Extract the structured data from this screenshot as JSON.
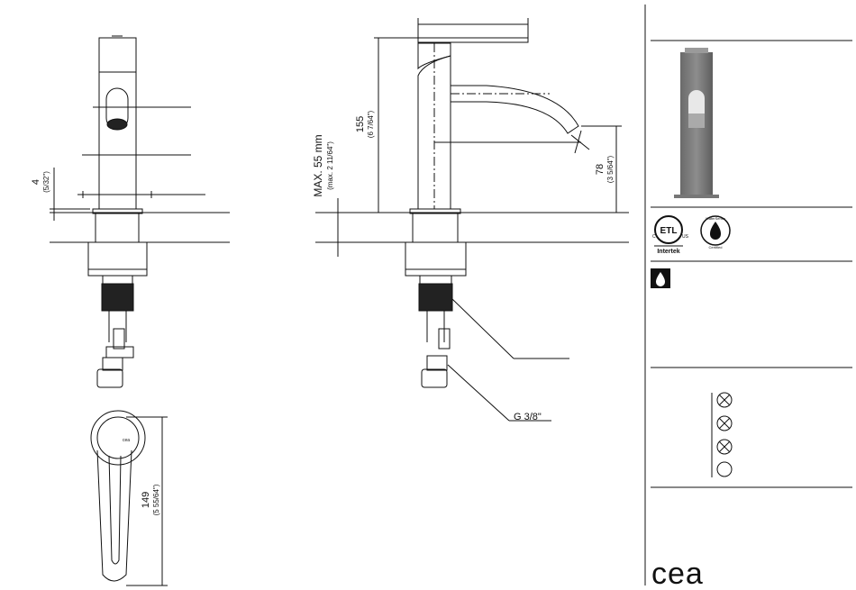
{
  "dimensions": {
    "left_view": {
      "height_value": "4",
      "height_inch": "(5/32\")"
    },
    "side_view": {
      "deck_value": "MAX. 55 mm",
      "deck_inch": "(max. 2 11/64\")",
      "height_value": "155",
      "height_inch": "(6 7/64\")",
      "spout_value": "78",
      "spout_inch": "(3 5/64\")",
      "thread": "G 3/8\""
    },
    "top_view": {
      "length_value": "149",
      "length_inch": "(5 55/64\")"
    }
  },
  "sidebar": {
    "certifications": {
      "etl_left": "C",
      "etl_mark": "ETL",
      "etl_right": "US",
      "etl_lab": "Intertek",
      "watersense_title": "WaterSense",
      "watersense_sub": "Certified"
    },
    "symbols": [
      {
        "icon": "crossed-circle-icon"
      },
      {
        "icon": "crossed-circle-icon"
      },
      {
        "icon": "crossed-circle-icon"
      },
      {
        "icon": "open-circle-icon"
      }
    ],
    "logo": "cea"
  }
}
